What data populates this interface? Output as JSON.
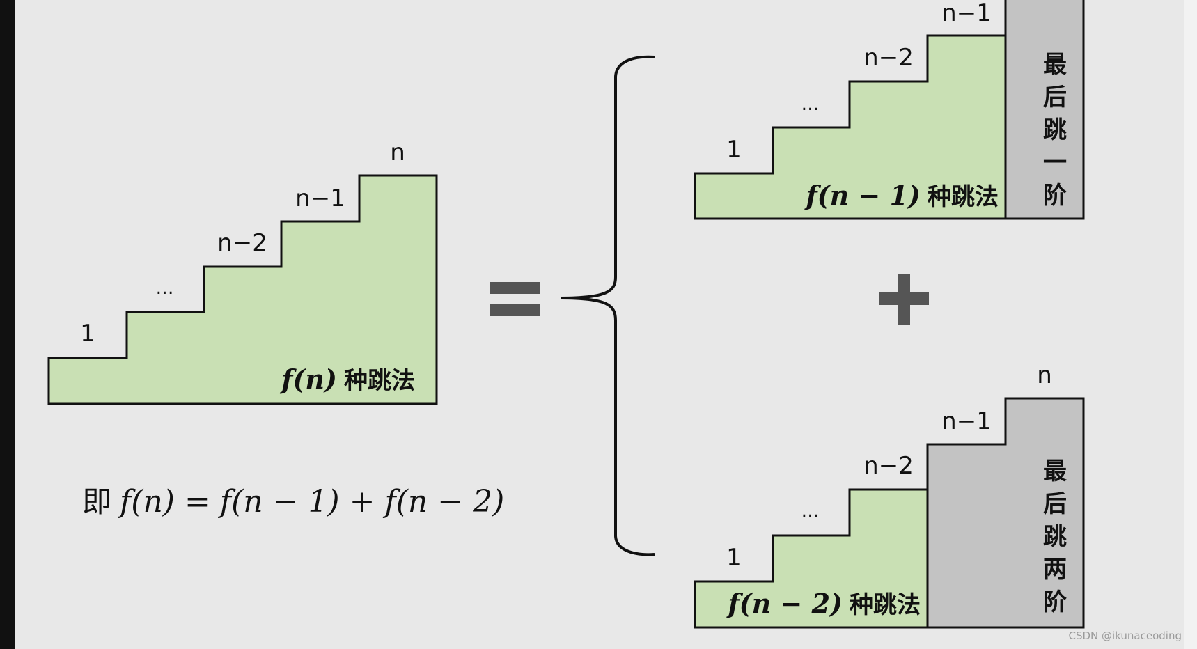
{
  "left": {
    "labels": {
      "step1": "1",
      "dots": "…",
      "n_minus_2": "n−2",
      "n_minus_1": "n−1",
      "n": "n"
    },
    "formula_math": "f(n)",
    "formula_suffix": "种跳法"
  },
  "equals_sign": "=",
  "top_right": {
    "labels": {
      "step1": "1",
      "dots": "…",
      "n_minus_2": "n−2",
      "n_minus_1": "n−1"
    },
    "formula_math": "f(n − 1)",
    "formula_suffix": "种跳法",
    "vertical_text": [
      "最",
      "后",
      "跳",
      "一",
      "阶"
    ]
  },
  "plus_sign": "+",
  "bottom_right": {
    "labels": {
      "step1": "1",
      "dots": "…",
      "n_minus_2": "n−2",
      "n_minus_1": "n−1",
      "n": "n"
    },
    "formula_math": "f(n − 2)",
    "formula_suffix": "种跳法",
    "vertical_text": [
      "最",
      "后",
      "跳",
      "两",
      "阶"
    ]
  },
  "equation": {
    "prefix": "即",
    "math": "f(n) = f(n − 1) + f(n − 2)"
  },
  "watermark": "CSDN @ikunaceoding",
  "colors": {
    "background": "#e8e8e8",
    "stair_fill": "#c9e0b4",
    "last_step_fill": "#c3c3c3",
    "stroke": "#111111",
    "sign_fill": "#555555",
    "left_bar": "#111111"
  }
}
